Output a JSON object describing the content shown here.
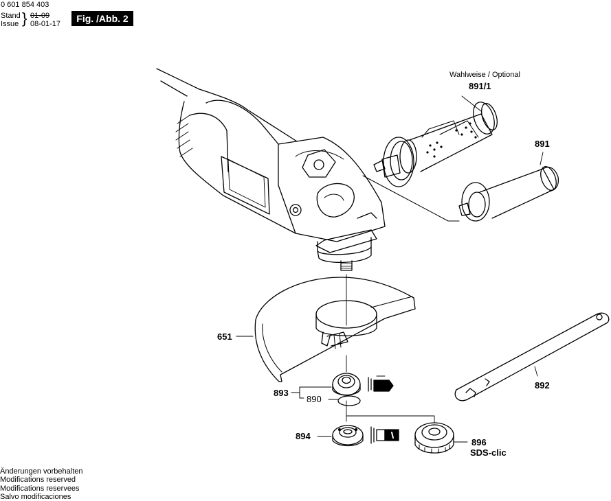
{
  "header": {
    "part_number": "0 601 854 403",
    "stand_label": "Stand",
    "issue_label": "Issue",
    "date_old": "01-09",
    "date_new": "08-01-17",
    "figure_label": "Fig. /Abb. 2"
  },
  "callouts": {
    "optional_note": "Wahlweise / Optional",
    "p891_1": "891/1",
    "p891": "891",
    "p651": "651",
    "p892": "892",
    "p893": "893",
    "p890": "890",
    "p894": "894",
    "p896": "896",
    "sds_clic": "SDS-clic"
  },
  "footer_notes": [
    "Änderungen vorbehalten",
    "Modifications reserved",
    "Modifications reservees",
    "Salvo modificaciones"
  ]
}
